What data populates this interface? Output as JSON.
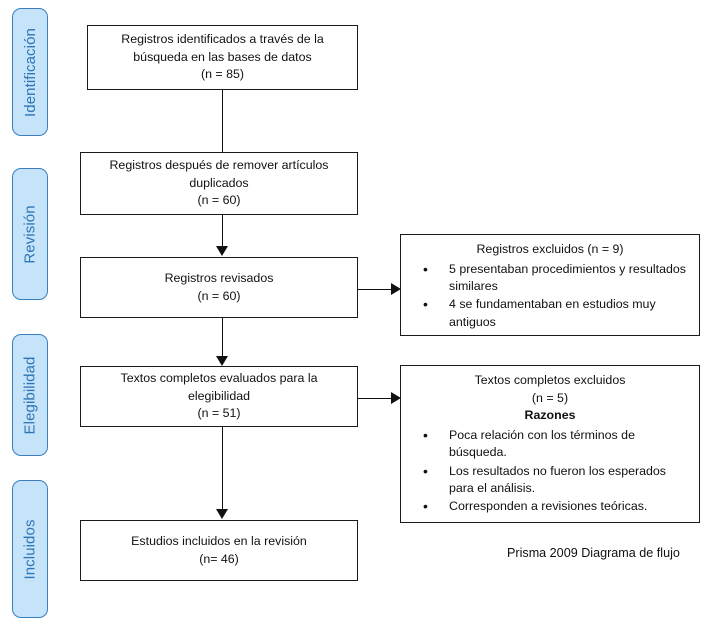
{
  "diagram": {
    "caption": "Prisma 2009 Diagrama de flujo",
    "accent_color": "#2e75b6",
    "pill_fill_color": "#c5e4fa",
    "pill_border_color": "#3a7fc1",
    "box_border_color": "#1a1a1a",
    "text_color": "#111111"
  },
  "stages": [
    {
      "label": "Identificación"
    },
    {
      "label": "Revisión"
    },
    {
      "label": "Elegibilidad"
    },
    {
      "label": "Incluidos"
    }
  ],
  "nodes": {
    "identified": {
      "lines": [
        "Registros identificados  a través de la",
        "búsqueda  en las bases de datos",
        "(n = 85)"
      ]
    },
    "after_duplicates": {
      "lines": [
        "Registros después de remover  artículos",
        "duplicados",
        "(n = 60)"
      ]
    },
    "screened": {
      "lines": [
        "Registros revisados",
        "(n = 60)"
      ]
    },
    "eligibility": {
      "lines": [
        "Textos completos  evaluados para la",
        "elegibilidad",
        "(n = 51)"
      ]
    },
    "included": {
      "lines": [
        "Estudios incluidos  en la revisión",
        "(n= 46)"
      ]
    },
    "records_excluded": {
      "heading": "Registros excluidos  (n = 9)",
      "bullets": [
        "5 presentaban procedimientos  y resultados similares",
        "4 se fundamentaban  en estudios muy antiguos"
      ]
    },
    "fulltext_excluded": {
      "heading_1": "Textos completos excluidos",
      "heading_2": "(n = 5)",
      "heading_3": "Razones",
      "bullets": [
        "Poca relación con los términos de búsqueda.",
        "Los resultados no fueron los esperados para el análisis.",
        "Corresponden a revisiones teóricas."
      ]
    }
  }
}
